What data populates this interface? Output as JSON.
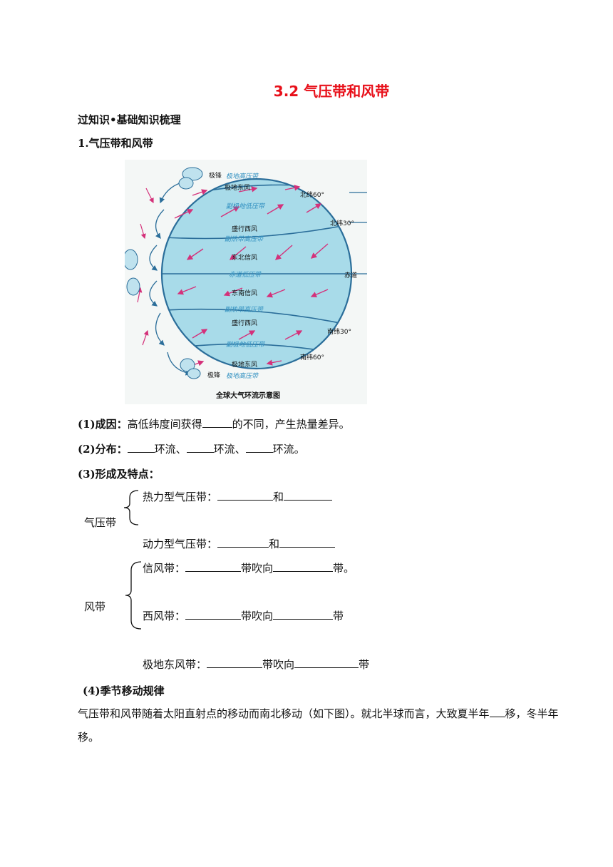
{
  "title": "3.2 气压带和风带",
  "section_heading": "过知识•基础知识梳理",
  "sub_heading": "1.气压带和风带",
  "figure": {
    "caption": "全球大气环流示意图",
    "labels": {
      "polar_front_n": "极锋",
      "polar_front_s": "极锋",
      "polar_high_n": "极地高压带",
      "polar_high_s": "极地高压带",
      "polar_easterly_n": "极地东风",
      "polar_easterly_s": "极地东风",
      "subpolar_low_n": "副极地低压带",
      "subpolar_low_s": "副极地低压带",
      "westerly_n": "盛行西风",
      "westerly_s": "盛行西风",
      "subtropical_high_n": "副热带高压带",
      "subtropical_high_s": "副热带高压带",
      "ne_trade": "东北信风",
      "se_trade": "东南信风",
      "equatorial_low": "赤道低压带",
      "lat_n60": "北纬60°",
      "lat_n30": "北纬30°",
      "equator": "赤道",
      "lat_s30": "南纬30°",
      "lat_s60": "南纬60°"
    },
    "colors": {
      "globe": "#a8dbe9",
      "band_text": "#2f8fc0",
      "arrow": "#d4317a",
      "lines": "#2b6e9a"
    }
  },
  "q1": {
    "label": "(1)成因：",
    "before": "高低纬度间获得",
    "after": "的不同，产生热量差异。"
  },
  "q2": {
    "label": "(2)分布：",
    "part1": "环流、",
    "part2": "环流、",
    "part3": "环流。"
  },
  "q3": {
    "label": "(3)形成及特点："
  },
  "pressure": {
    "group_label": "气压带",
    "thermal": "热力型气压带：",
    "dynamic": "动力型气压带：",
    "and": "和"
  },
  "winds": {
    "group_label": "风带",
    "trade": "信风带：",
    "westerly": "西风带：",
    "polar_east": "极地东风带：",
    "from_to": "带吹向",
    "end_dot": "带。",
    "end": "带"
  },
  "q4": {
    "label": "(4)季节移动规律"
  },
  "paragraph": {
    "line1a": "气压带和风带随着太阳直射点的移动而南北移动（如下图）。就北半球而言，大致夏半年",
    "line1b": "移，冬半年",
    "line2": "移。"
  }
}
